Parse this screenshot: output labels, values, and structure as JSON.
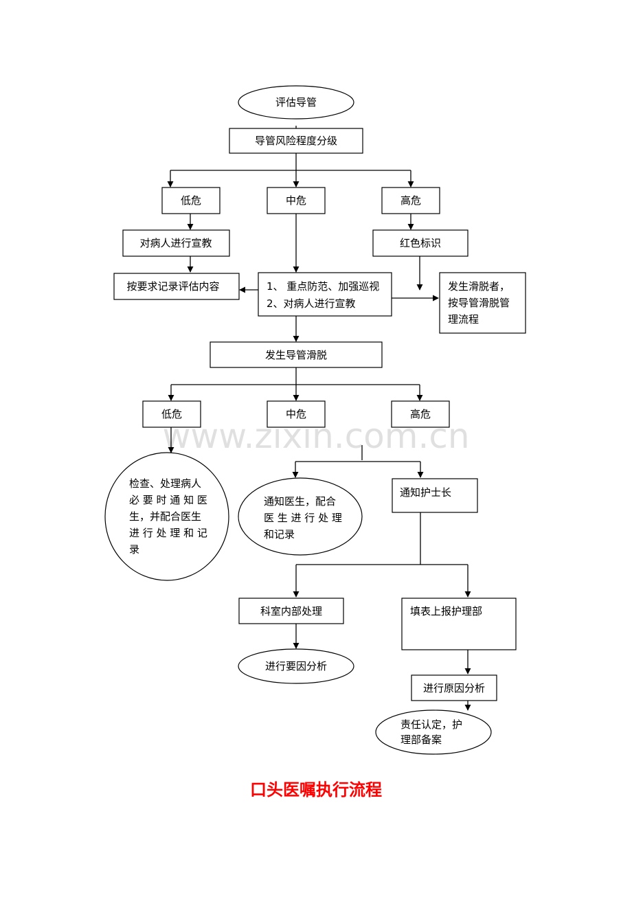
{
  "colors": {
    "title": "#ff0000",
    "stroke": "#000000",
    "background": "#ffffff"
  },
  "watermark": "www.zixin.com.cn",
  "footer_title": "口头医嘱执行流程",
  "nodes": {
    "assess": "评估导管",
    "risk_grade": "导管风险程度分级",
    "low1": "低危",
    "mid1": "中危",
    "high1": "高危",
    "educate_patient": "对病人进行宣教",
    "red_mark": "红色标识",
    "record_assessment": "按要求记录评估内容",
    "mid_actions": [
      "1、 重点防范、加强巡视",
      "2、对病人进行宣教"
    ],
    "slip_mgmt": [
      "发生滑脱者，",
      "按导管滑脱管",
      "理流程"
    ],
    "slip_event": "发生导管滑脱",
    "low2": "低危",
    "mid2": "中危",
    "high2": "高危",
    "check_handle": [
      "检查、处理病人",
      "必 要 时 通 知 医",
      "生，并配合医生",
      "进 行 处 理 和 记",
      "录"
    ],
    "notify_doctor": [
      "通知医生，配合",
      "医 生 进 行 处 理",
      "和记录"
    ],
    "notify_head_nurse": "通知护士长",
    "dept_internal": "科室内部处理",
    "report_nursing_dept": "填表上报护理部",
    "analyze_reasons": "进行要因分析",
    "analyze_causes": "进行原因分析",
    "responsibility": [
      "责任认定，护",
      "理部备案"
    ]
  }
}
